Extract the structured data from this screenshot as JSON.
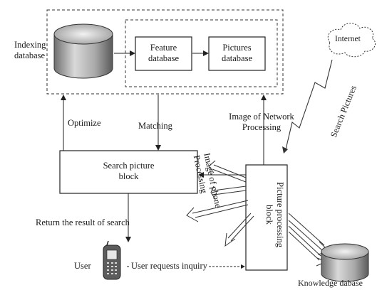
{
  "nodes": {
    "indexing_db": {
      "line1": "Indexing",
      "line2": "database"
    },
    "feature_db": {
      "line1": "Feature",
      "line2": "database"
    },
    "pictures_db": {
      "line1": "Pictures",
      "line2": "database"
    },
    "internet": {
      "label": "Internet"
    },
    "search_block": {
      "line1": "Search picture",
      "line2": "block"
    },
    "picture_processing": {
      "line1": "Picture processing",
      "line2": "block"
    },
    "user": {
      "label": "User"
    },
    "knowledge_db": {
      "label": "Knowledge dabase"
    }
  },
  "edges": {
    "optimize": "Optimize",
    "matching": "Matching",
    "image_network": {
      "line1": "Image of Network",
      "line2": "Processing"
    },
    "search_pictures": "Search Pictures",
    "image_phone": {
      "line1": "Image of phone",
      "line2": "Processing"
    },
    "return_result": "Return the  result of search",
    "user_requests": "User requests inquiry"
  }
}
